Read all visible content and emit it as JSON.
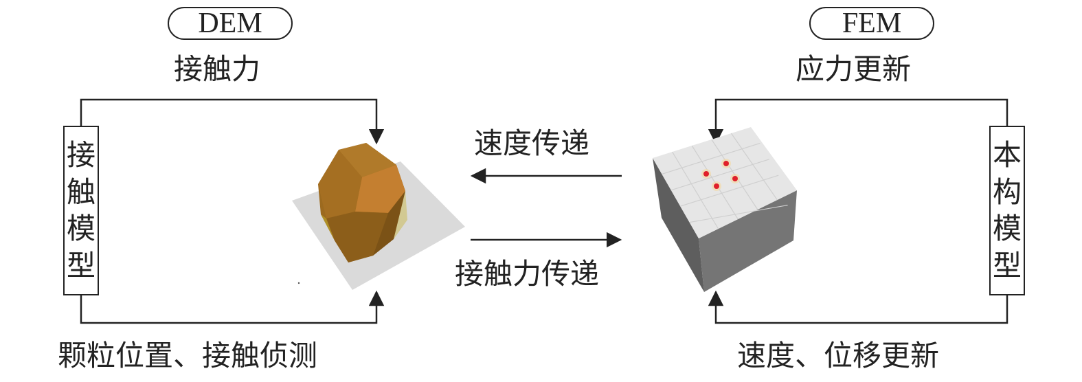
{
  "dem": {
    "title": "DEM",
    "top_label": "接触力",
    "side_box": [
      "接",
      "触",
      "模",
      "型"
    ],
    "bottom_label": "颗粒位置、接触侦测"
  },
  "fem": {
    "title": "FEM",
    "top_label": "应力更新",
    "side_box": [
      "本",
      "构",
      "模",
      "型"
    ],
    "bottom_label": "速度、位移更新"
  },
  "transfer": {
    "to_dem": "速度传递",
    "to_fem": "接触力传递"
  },
  "colors": {
    "line": "#222222",
    "particle": "#b07a2a",
    "plane": "#d4d4d4",
    "cube_top": "#e6e6e6",
    "cube_side": "#6e6e6e",
    "contact_point": "#e0202a"
  }
}
